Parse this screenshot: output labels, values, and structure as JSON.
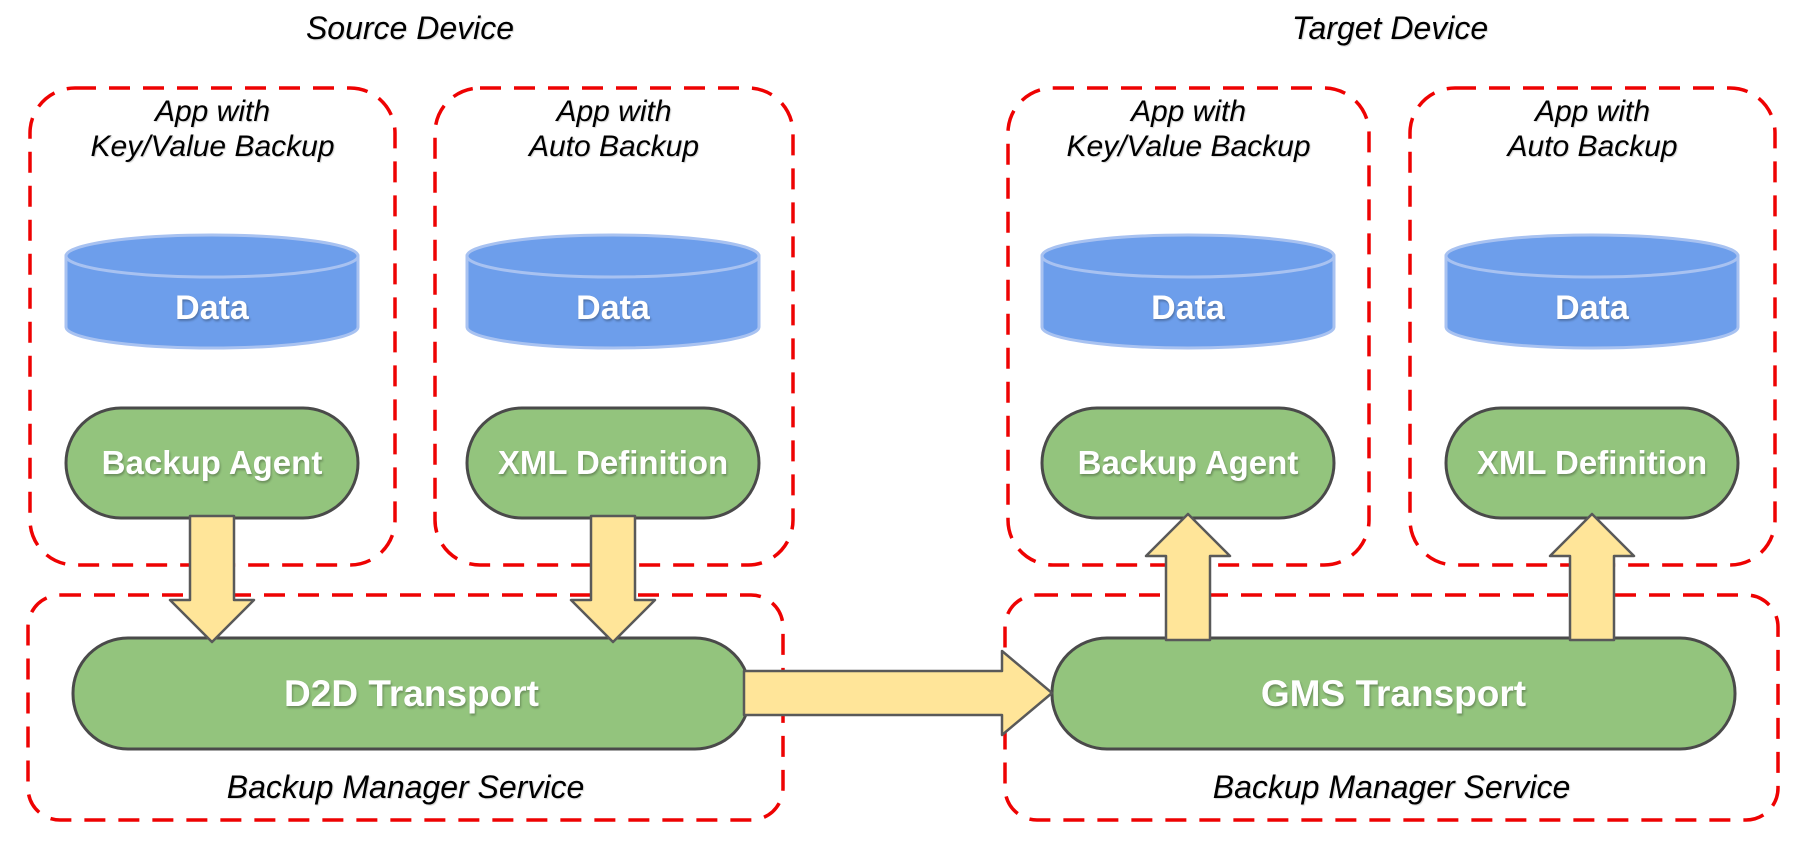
{
  "source": {
    "title": "Source Device",
    "apps": [
      {
        "title": "App with\nKey/Value Backup",
        "data_label": "Data",
        "component": "Backup Agent"
      },
      {
        "title": "App with\nAuto Backup",
        "data_label": "Data",
        "component": "XML Definition"
      }
    ],
    "service": {
      "transport": "D2D Transport",
      "label": "Backup Manager Service"
    }
  },
  "target": {
    "title": "Target Device",
    "apps": [
      {
        "title": "App with\nKey/Value Backup",
        "data_label": "Data",
        "component": "Backup Agent"
      },
      {
        "title": "App with\nAuto Backup",
        "data_label": "Data",
        "component": "XML Definition"
      }
    ],
    "service": {
      "transport": "GMS Transport",
      "label": "Backup Manager Service"
    }
  },
  "colors": {
    "boundary_red": "#ee0202",
    "data_blue": "#6d9eeb",
    "data_blue_stroke": "#a8c2f1",
    "component_green": "#93c47d",
    "component_green_stroke": "#4a4a4a",
    "arrow_yellow": "#ffe599",
    "arrow_yellow_stroke": "#595959",
    "text_black": "#000000",
    "text_white": "#ffffff"
  }
}
